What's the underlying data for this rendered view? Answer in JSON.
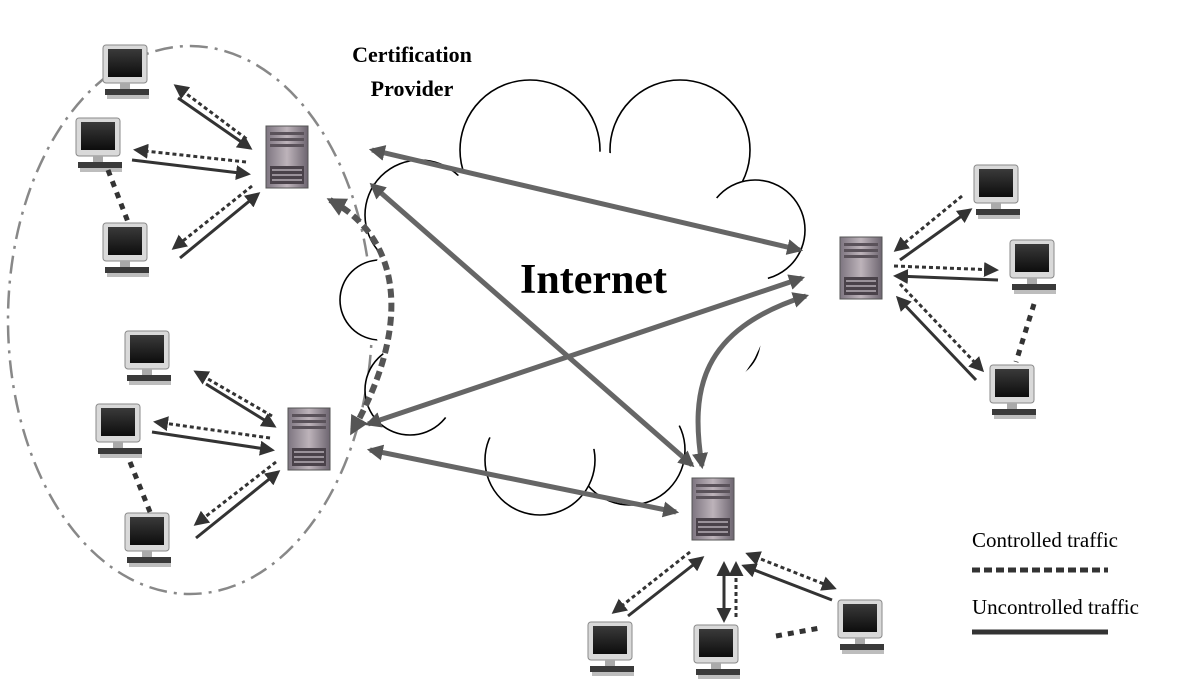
{
  "labels": {
    "certification_provider": "Certification\nProvider",
    "internet": "Internet",
    "controlled_traffic": "Controlled traffic",
    "uncontrolled_traffic": "Uncontrolled traffic"
  },
  "colors": {
    "uncontrolled_link": "#555555",
    "controlled_link": "#555555",
    "provider_boundary": "#888888",
    "cloud_stroke": "#000000"
  },
  "icons": [
    "server-icon",
    "computer-icon"
  ]
}
